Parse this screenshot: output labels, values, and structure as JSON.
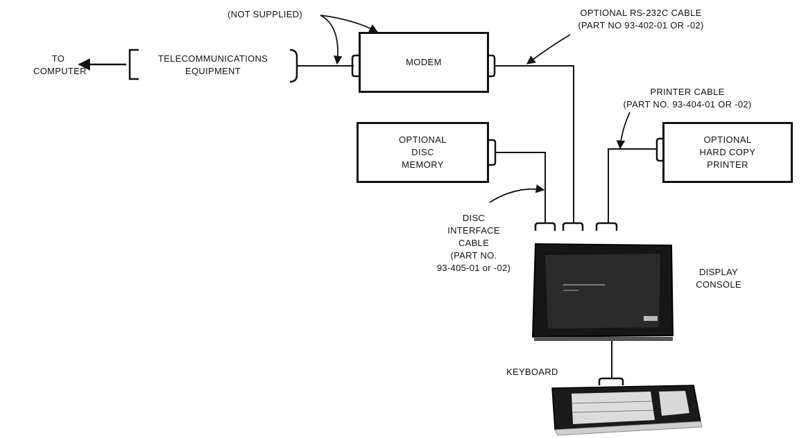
{
  "labels": {
    "to_computer": [
      "TO",
      "COMPUTER"
    ],
    "telecom": [
      "TELECOMMUNICATIONS",
      "EQUIPMENT"
    ],
    "not_supplied": "(NOT SUPPLIED)",
    "rs232_cable": [
      "OPTIONAL RS-232C CABLE",
      "(PART NO  93-402-01 OR -02)"
    ],
    "printer_cable": [
      "PRINTER CABLE",
      "(PART NO. 93-404-01 OR -02)"
    ],
    "disc_cable": [
      "DISC",
      "INTERFACE",
      "CABLE",
      "(PART NO.",
      "93-405-01 or -02)"
    ],
    "display_console": [
      "DISPLAY",
      "CONSOLE"
    ],
    "keyboard": "KEYBOARD"
  },
  "boxes": {
    "modem": [
      "MODEM"
    ],
    "disc_memory": [
      "OPTIONAL",
      "DISC",
      "MEMORY"
    ],
    "printer": [
      "OPTIONAL",
      "HARD COPY",
      "PRINTER"
    ]
  }
}
